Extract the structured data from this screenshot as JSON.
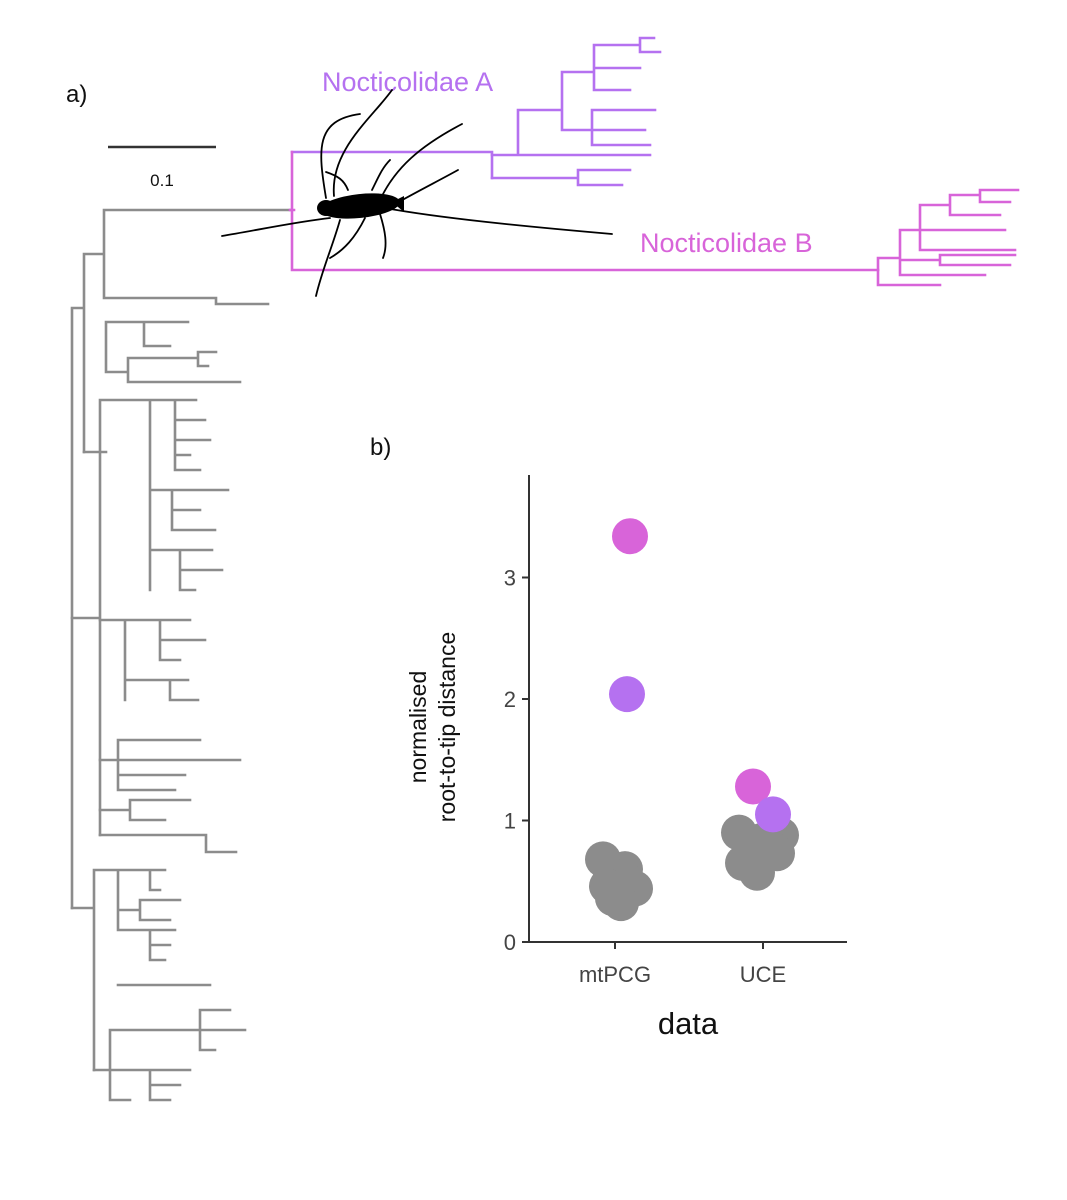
{
  "panels": {
    "a_label": "a)",
    "b_label": "b)"
  },
  "tree": {
    "scale_bar_label": "0.1",
    "clade_a_label": "Nocticolidae A",
    "clade_b_label": "Nocticolidae B",
    "silhouette": "cockroach-silhouette",
    "colors": {
      "background_taxa": "#8c8c8c",
      "clade_a": "#b571f0",
      "clade_b": "#d864d9",
      "silhouette": "#000000"
    }
  },
  "chart_data": {
    "type": "scatter",
    "title": "",
    "xlabel": "data",
    "ylabel_lines": [
      "normalised",
      "root-to-tip distance"
    ],
    "categories": [
      "mtPCG",
      "UCE"
    ],
    "ylim": [
      0,
      3.75
    ],
    "yticks": [
      0,
      1,
      2,
      3
    ],
    "grid": false,
    "legend": "none",
    "series": [
      {
        "color": "#8c8c8c",
        "points": [
          {
            "x": "mtPCG",
            "y": 0.68
          },
          {
            "x": "mtPCG",
            "y": 0.6
          },
          {
            "x": "mtPCG",
            "y": 0.55
          },
          {
            "x": "mtPCG",
            "y": 0.5
          },
          {
            "x": "mtPCG",
            "y": 0.46
          },
          {
            "x": "mtPCG",
            "y": 0.44
          },
          {
            "x": "mtPCG",
            "y": 0.36
          },
          {
            "x": "mtPCG",
            "y": 0.32
          },
          {
            "x": "UCE",
            "y": 0.9
          },
          {
            "x": "UCE",
            "y": 0.88
          },
          {
            "x": "UCE",
            "y": 0.83
          },
          {
            "x": "UCE",
            "y": 0.79
          },
          {
            "x": "UCE",
            "y": 0.77
          },
          {
            "x": "UCE",
            "y": 0.73
          },
          {
            "x": "UCE",
            "y": 0.65
          },
          {
            "x": "UCE",
            "y": 0.57
          }
        ]
      },
      {
        "color": "#d864d9",
        "points": [
          {
            "x": "mtPCG",
            "y": 3.34
          },
          {
            "x": "UCE",
            "y": 1.28
          }
        ]
      },
      {
        "color": "#b571f0",
        "points": [
          {
            "x": "mtPCG",
            "y": 2.04
          },
          {
            "x": "UCE",
            "y": 1.05
          }
        ]
      }
    ]
  }
}
